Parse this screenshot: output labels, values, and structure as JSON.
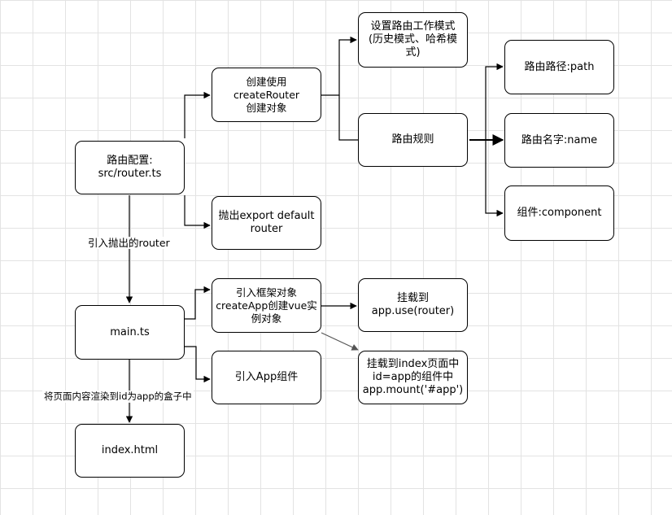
{
  "diagram": {
    "nodes": {
      "router_config": "路由配置:\nsrc/router.ts",
      "create_router": "创建使用createRouter\n创建对象",
      "export_router": "抛出export default\nrouter",
      "set_mode": "设置路由工作模式\n(历史模式、哈希模\n式)",
      "route_rules": "路由规则",
      "route_path": "路由路径:path",
      "route_name": "路由名字:name",
      "route_component": "组件:component",
      "main_ts": "main.ts",
      "import_framework": "引入框架对象\ncreateApp创建vue实\n例对象",
      "import_app": "引入App组件",
      "mount_use": "挂载到\napp.use(router)",
      "mount_index": "挂载到index页面中\nid=app的组件中\napp.mount('#app')",
      "index_html": "index.html"
    },
    "edge_labels": {
      "import_router": "引入抛出的router",
      "render_to_app": "将页面内容渲染到id为app的盒子中"
    }
  }
}
